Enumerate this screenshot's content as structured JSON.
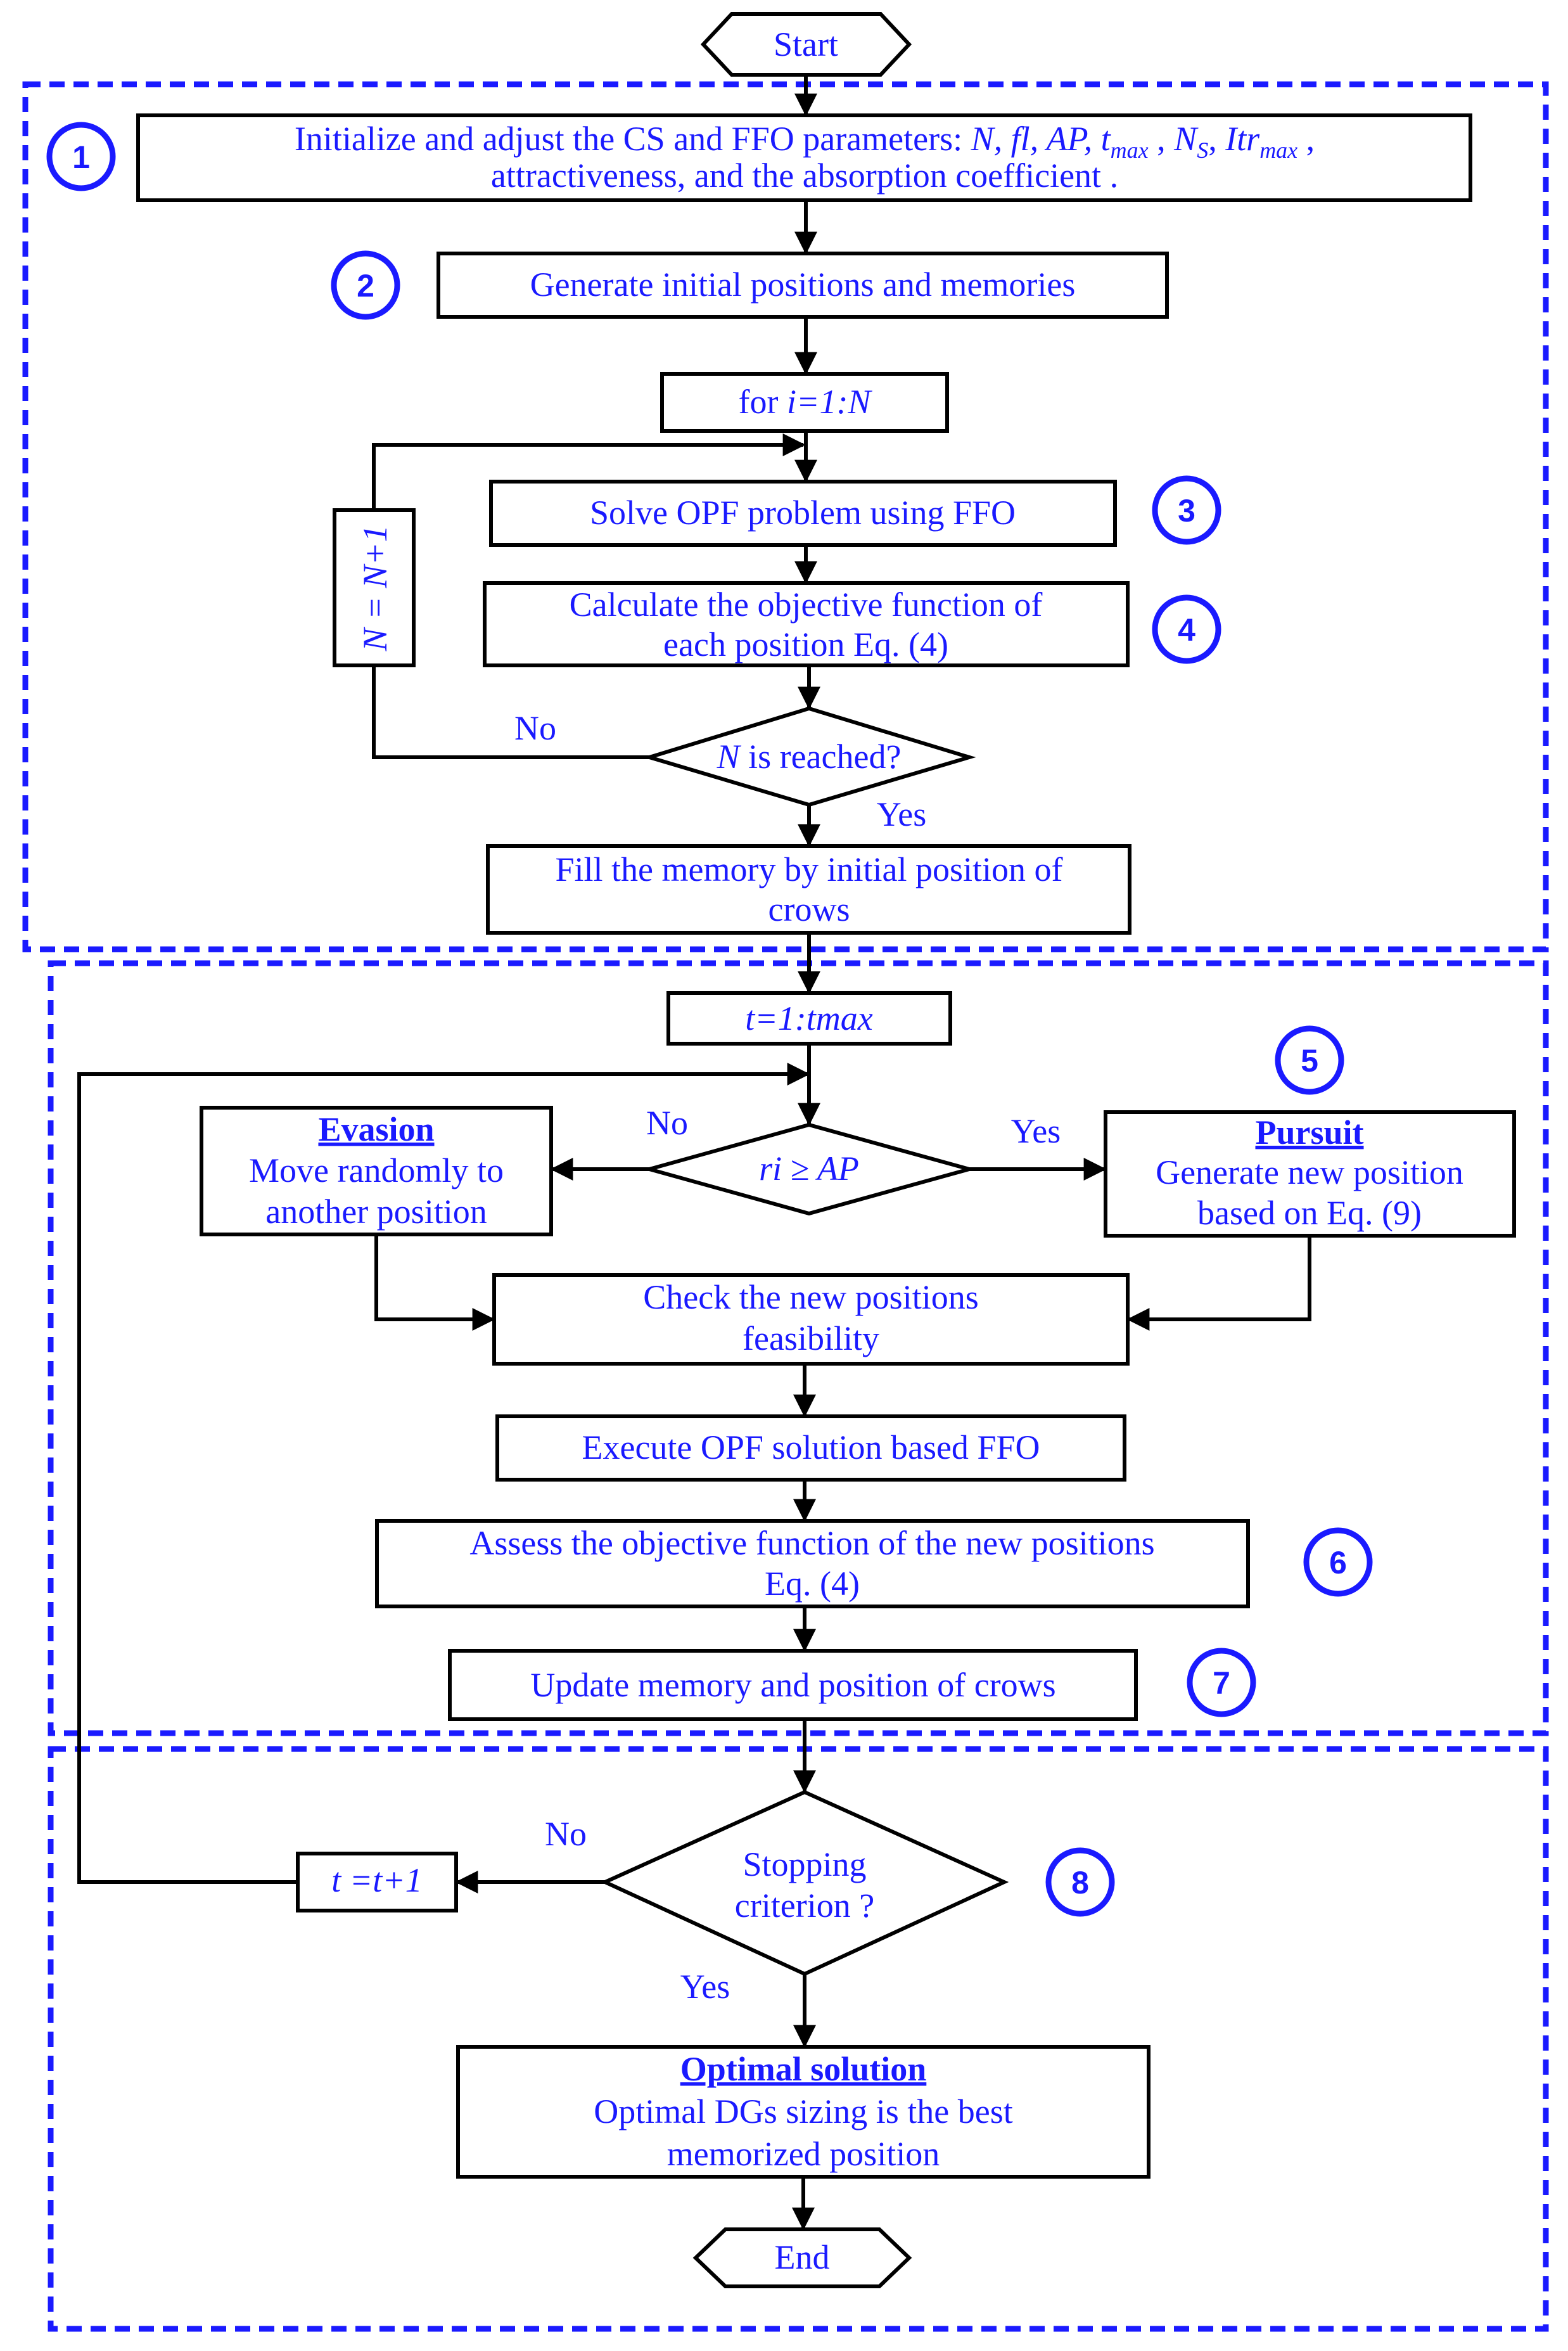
{
  "nodes": {
    "start": "Start",
    "end": "End",
    "init_line1_prefix": "Initialize and adjust the CS and FFO parameters: ",
    "init_line1_params": "N, fl, AP, ",
    "init_t": "t",
    "init_t_sub": "max",
    "init_ns": "N",
    "init_ns_sub": "S",
    "init_itr": "Itr",
    "init_itr_sub": "max",
    "init_line2": "attractiveness, and the absorption coefficient .",
    "generate": "Generate initial positions and memories",
    "for_prefix": "for ",
    "for_expr": "i=1:N",
    "solve_opf": "Solve OPF problem using FFO",
    "calc_line1": "Calculate the objective function of",
    "calc_line2": "each position Eq. (4)",
    "n_reached_n": "N",
    "n_reached_rest": " is reached?",
    "n_increment": "N = N+1",
    "fill_line1": "Fill the memory by initial position of",
    "fill_line2": "crows",
    "t_loop": "t=1:tmax",
    "ri_condition": "ri ≥ AP",
    "evasion_title": "Evasion",
    "evasion_line1": "Move randomly to",
    "evasion_line2": "another position",
    "pursuit_title": "Pursuit",
    "pursuit_line1": "Generate new position",
    "pursuit_line2": "based on Eq. (9)",
    "check_line1": "Check the new positions",
    "check_line2": "feasibility",
    "execute_opf": "Execute OPF solution based FFO",
    "assess_line1": "Assess the objective function of the new positions",
    "assess_line2": "Eq. (4)",
    "update": "Update memory and position  of crows",
    "stop_line1": "Stopping",
    "stop_line2": "criterion ?",
    "t_increment": "t =t+1",
    "optimal_title": "Optimal solution",
    "optimal_line1": "Optimal DGs sizing is the best",
    "optimal_line2": "memorized position"
  },
  "edge_labels": {
    "no_1": "No",
    "yes_1": "Yes",
    "no_2": "No",
    "yes_2": "Yes",
    "no_3": "No",
    "yes_3": "Yes"
  },
  "badges": [
    "1",
    "2",
    "3",
    "4",
    "5",
    "6",
    "7",
    "8"
  ],
  "colors": {
    "text": "#1a1aff",
    "dashed_border": "#1a1aff",
    "box_stroke": "#000000",
    "badge_stroke": "#1a1aff"
  }
}
